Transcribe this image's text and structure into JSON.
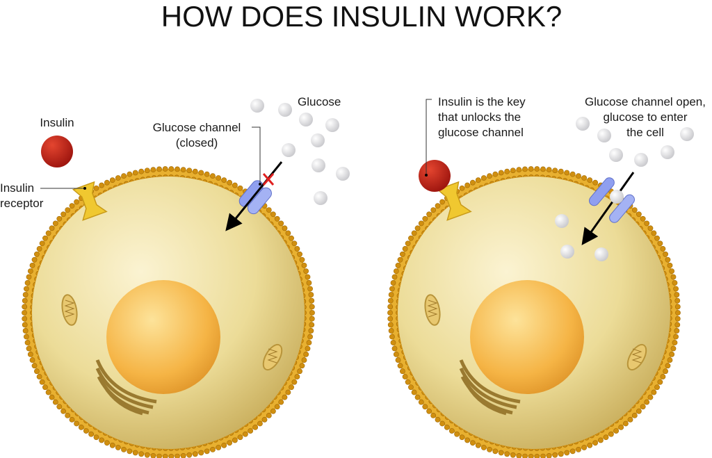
{
  "title": "HOW DOES INSULIN WORK?",
  "left_panel": {
    "insulin_label": "Insulin",
    "receptor_label": [
      "Insulin",
      "receptor"
    ],
    "channel_label": [
      "Glucose channel",
      "(closed)"
    ],
    "glucose_label": "Glucose"
  },
  "right_panel": {
    "key_label": [
      "Insulin is the key",
      "that unlocks the",
      "glucose channel"
    ],
    "open_label": [
      "Glucose channel open,",
      "glucose to enter",
      "the cell"
    ]
  },
  "colors": {
    "membrane": "#e0a21e",
    "cytoplasm": "#efe0a0",
    "nucleus": "#f5b445",
    "insulin": "#c8261b",
    "channel": "#8f9ff0",
    "receptor": "#f0c830",
    "blocked": "#e02020"
  }
}
